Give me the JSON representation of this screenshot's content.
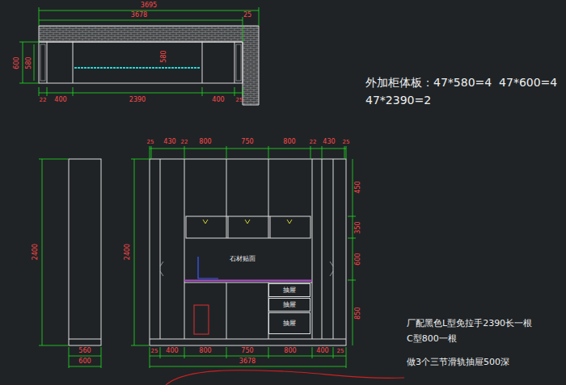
{
  "diagram": {
    "nodes": [
      {
        "text": [
          "抽屉"
        ]
      },
      {
        "text": [
          "抽屉"
        ]
      },
      {
        "text": [
          "抽屉"
        ]
      }
    ],
    "labels": [
      "3695",
      "3678",
      "25",
      "600",
      "580",
      "580",
      "22",
      "400",
      "2390",
      "400",
      "25",
      "外加柜体板：47*580=4  47*600=4",
      "47*2390=2",
      "2400",
      "2400",
      "560",
      "600",
      "25",
      "430",
      "22",
      "800",
      "750",
      "800",
      "22",
      "430",
      "25",
      "石材贴面",
      "25",
      "400",
      "800",
      "750",
      "800",
      "400",
      "25",
      "3678",
      "450",
      "350",
      "600",
      "850",
      "厂配黑色L型免拉手2390长一根",
      "C型800一根",
      "做3个三节滑轨抽屉500深"
    ]
  }
}
